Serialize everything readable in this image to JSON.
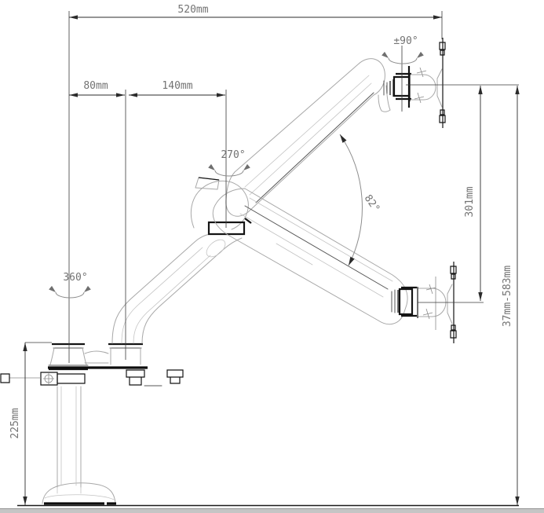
{
  "drawing": {
    "type": "technical-dimension-drawing",
    "subject": "gas-spring desk monitor arm, side elevation with raised and lowered positions",
    "labels": {
      "total_reach": "520mm",
      "pole_offset": "80mm",
      "link_length": "140mm",
      "head_rotation": "±90°",
      "elbow_rotation": "270°",
      "base_rotation": "360°",
      "tilt_angle": "82°",
      "vertical_travel": "301mm",
      "height_range": "37mm-583mm",
      "pole_height": "225mm"
    },
    "colors": {
      "background": "#ffffff",
      "outline_gray": "#a8a8a8",
      "dimension_line": "#2b2b2b",
      "label_text": "#737373",
      "hardware_accent": "#141414",
      "desk_band": "#c5c5c5"
    }
  }
}
